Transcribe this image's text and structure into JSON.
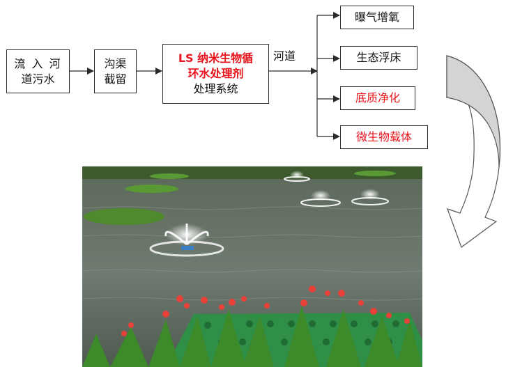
{
  "diagram": {
    "input_box": {
      "line1": "流 入 河",
      "line2": "道污水"
    },
    "channel_box": {
      "line1": "沟渠",
      "line2": "截留"
    },
    "system_box": {
      "line1": "LS 纳米生物循",
      "line2": "环水处理剂",
      "line3": "处理系统"
    },
    "river_label": "河道",
    "outputs": [
      {
        "label": "曝气增氧",
        "color": "#111111"
      },
      {
        "label": "生态浮床",
        "color": "#111111"
      },
      {
        "label": "底质净化",
        "color": "#e8131b"
      },
      {
        "label": "微生物载体",
        "color": "#e8131b"
      }
    ],
    "colors": {
      "highlight": "#e8131b",
      "arrow_fill": "#d4d4d4",
      "line": "#2b2b2b"
    },
    "photo": {
      "subject": "pond-with-fountains-and-floating-beds"
    }
  }
}
